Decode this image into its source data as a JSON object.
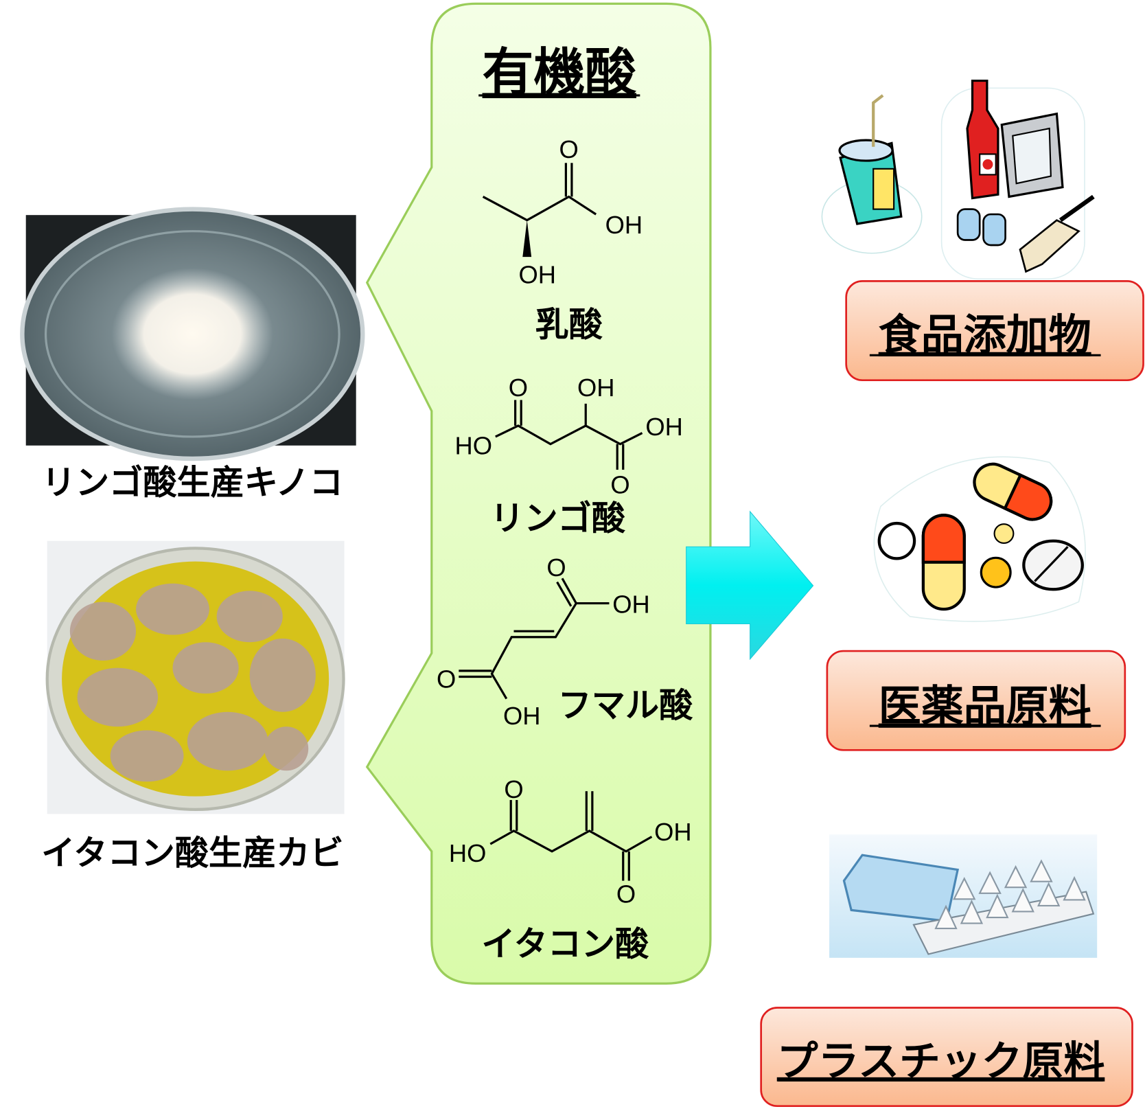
{
  "panel": {
    "title": "有機酸",
    "fill_color": "#e6ffc4",
    "border_color": "#9acd5a",
    "acids": [
      {
        "name": "乳酸",
        "labels": [
          "O",
          "OH",
          "OH"
        ]
      },
      {
        "name": "リンゴ酸",
        "labels": [
          "O",
          "OH",
          "HO",
          "OH",
          "O"
        ]
      },
      {
        "name": "フマル酸",
        "labels": [
          "O",
          "OH",
          "O",
          "OH"
        ]
      },
      {
        "name": "イタコン酸",
        "labels": [
          "O",
          "HO",
          "OH",
          "O"
        ]
      }
    ]
  },
  "sources": [
    {
      "caption": "リンゴ酸生産キノコ"
    },
    {
      "caption": "イタコン酸生産カビ"
    }
  ],
  "arrow_color": "#19f0f0",
  "applications": [
    {
      "label": "食品添加物"
    },
    {
      "label": "医薬品原料"
    },
    {
      "label": "プラスチック原料"
    }
  ]
}
